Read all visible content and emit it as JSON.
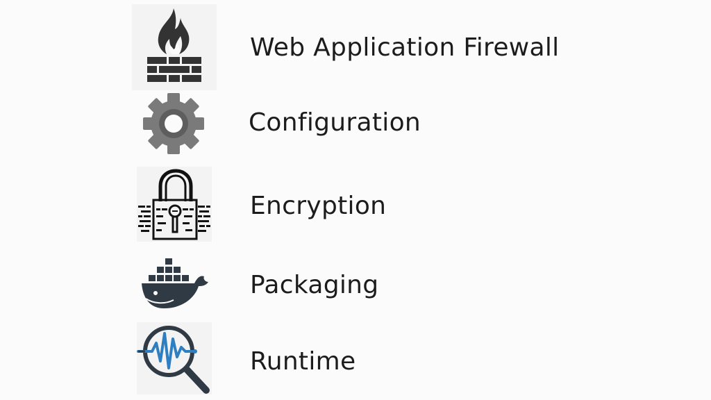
{
  "items": [
    {
      "label": "Web Application Firewall",
      "icon": "firewall-icon"
    },
    {
      "label": "Configuration",
      "icon": "gear-icon"
    },
    {
      "label": "Encryption",
      "icon": "encryption-lock-icon"
    },
    {
      "label": "Packaging",
      "icon": "docker-whale-icon"
    },
    {
      "label": "Runtime",
      "icon": "runtime-monitor-icon"
    }
  ],
  "colors": {
    "text": "#1c1c1c",
    "icon_dark": "#333333",
    "gear": "#7a7a7a",
    "docker": "#2f3a45",
    "pulse_blue": "#2e7fc1",
    "magnifier": "#2f3a45"
  }
}
